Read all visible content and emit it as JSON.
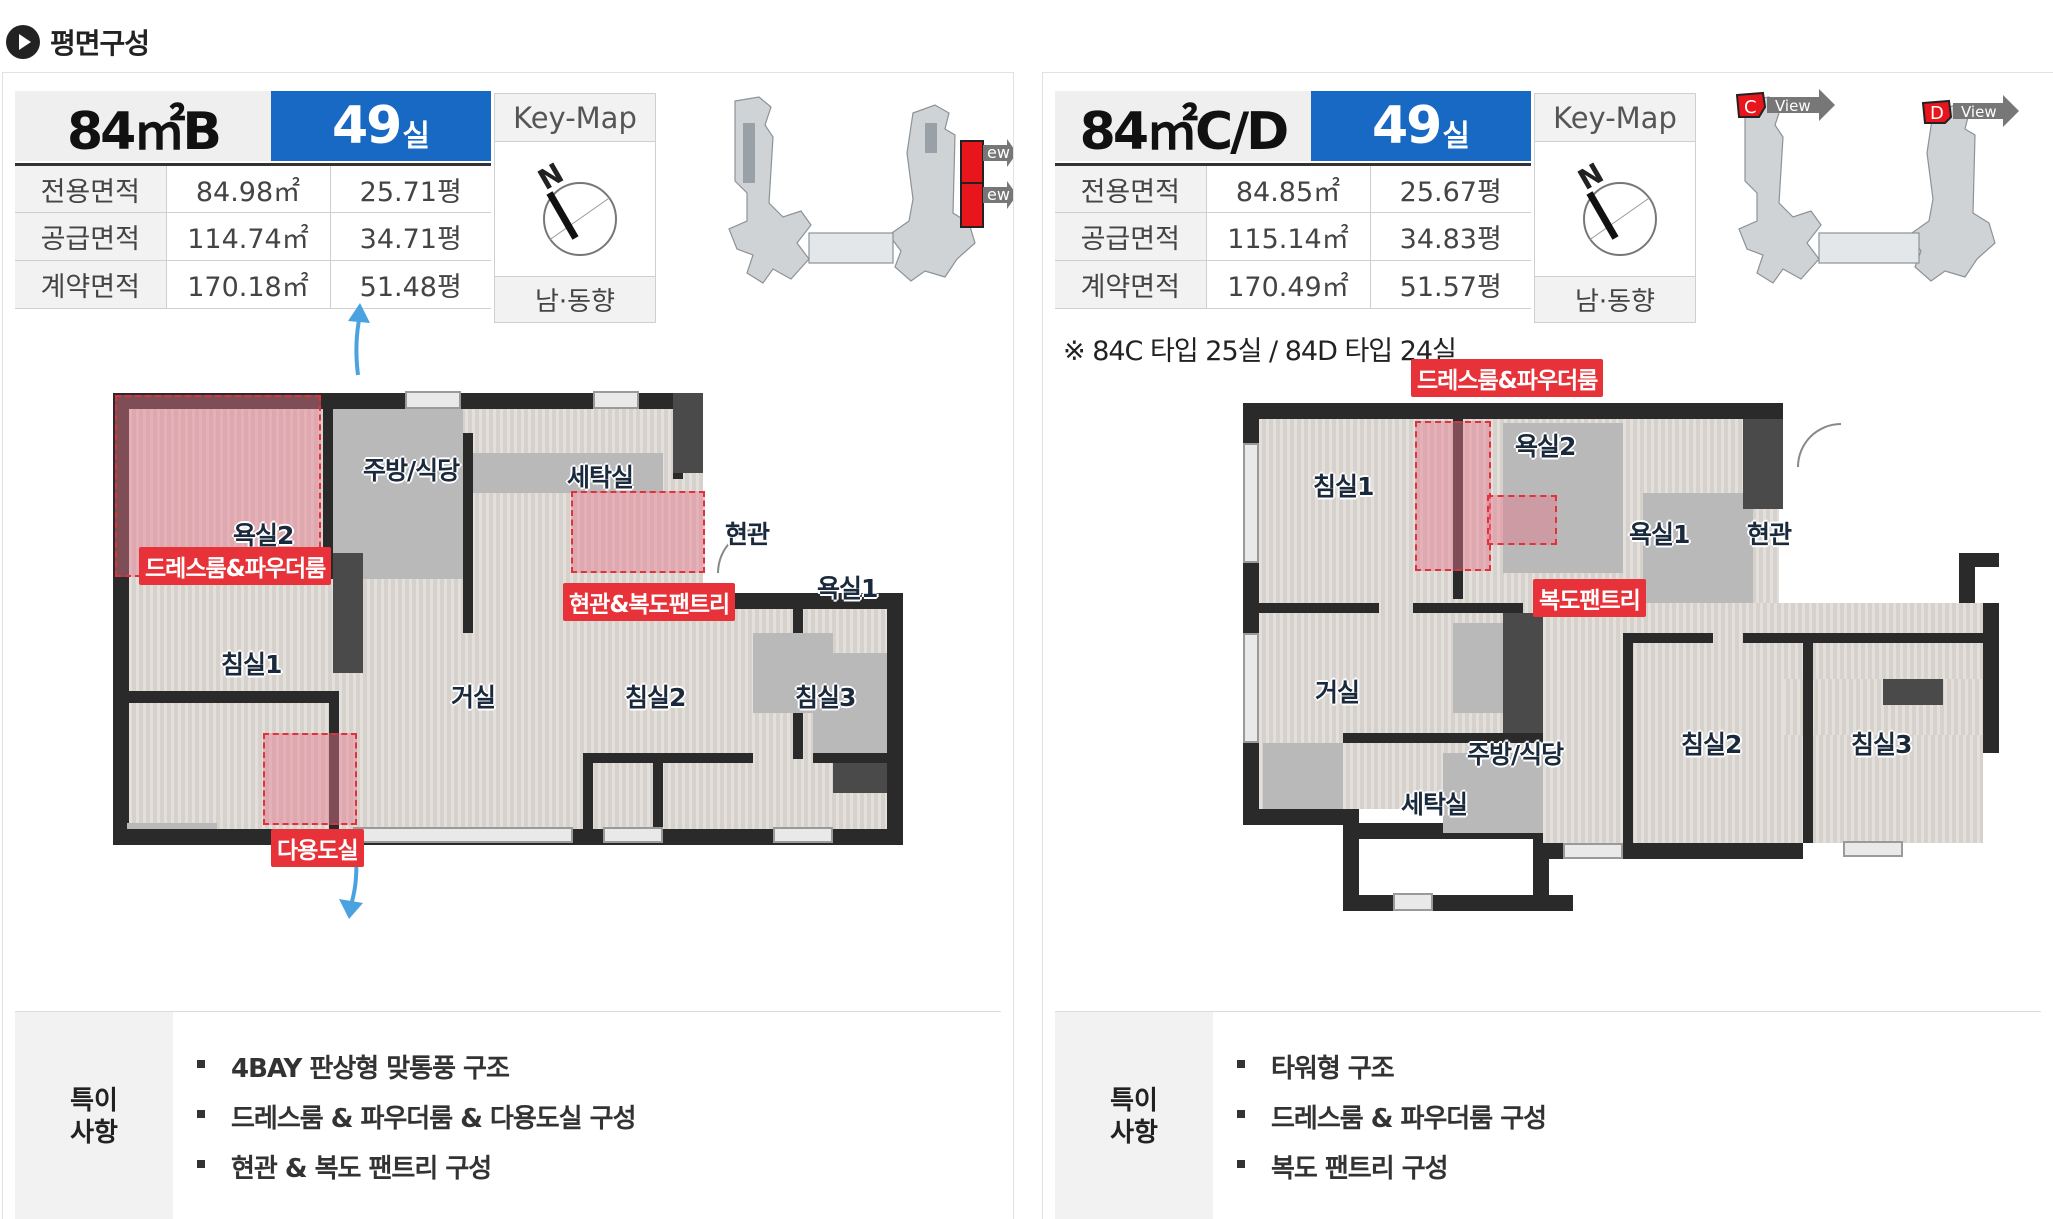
{
  "section_title": "평면구성",
  "panels": [
    {
      "type_name": "84㎡B",
      "count_num": "49",
      "count_unit": "실",
      "table": [
        {
          "label": "전용면적",
          "sqm": "84.98㎡",
          "pyeong": "25.71평"
        },
        {
          "label": "공급면적",
          "sqm": "114.74㎡",
          "pyeong": "34.71평"
        },
        {
          "label": "계약면적",
          "sqm": "170.18㎡",
          "pyeong": "51.48평"
        }
      ],
      "keymap_title": "Key-Map",
      "compass_letter": "N",
      "direction": "남·동향",
      "view_labels": [
        "ew",
        "ew"
      ],
      "rooms": {
        "kitchen": "주방/식당",
        "laundry": "세탁실",
        "bath2": "욕실2",
        "entrance": "현관",
        "bath1": "욕실1",
        "bed1": "침실1",
        "living": "거실",
        "bed2": "침실2",
        "bed3": "침실3"
      },
      "highlights": {
        "dress": "드레스룸&파우더룸",
        "pantry": "현관&복도팬트리",
        "multi": "다용도실"
      },
      "feature_label_1": "특이",
      "feature_label_2": "사항",
      "features": [
        "4BAY 판상형 맞통풍 구조",
        "드레스룸 & 파우더룸 & 다용도실 구성",
        "현관 & 복도 팬트리 구성"
      ]
    },
    {
      "type_name": "84㎡C/D",
      "count_num": "49",
      "count_unit": "실",
      "table": [
        {
          "label": "전용면적",
          "sqm": "84.85㎡",
          "pyeong": "25.67평"
        },
        {
          "label": "공급면적",
          "sqm": "115.14㎡",
          "pyeong": "34.83평"
        },
        {
          "label": "계약면적",
          "sqm": "170.49㎡",
          "pyeong": "51.57평"
        }
      ],
      "keymap_title": "Key-Map",
      "compass_letter": "N",
      "direction": "남·동향",
      "marker_c": "C",
      "marker_d": "D",
      "view_label": "View",
      "note": "※ 84C 타입 25실 / 84D 타입 24실",
      "rooms": {
        "bed1": "침실1",
        "bath2": "욕실2",
        "bath1": "욕실1",
        "entrance": "현관",
        "living": "거실",
        "kitchen": "주방/식당",
        "laundry": "세탁실",
        "bed2": "침실2",
        "bed3": "침실3"
      },
      "highlights": {
        "dress": "드레스룸&파우더룸",
        "pantry": "복도팬트리"
      },
      "feature_label_1": "특이",
      "feature_label_2": "사항",
      "features": [
        "타워형 구조",
        "드레스룸 & 파우더룸 구성",
        "복도 팬트리 구성"
      ]
    }
  ],
  "colors": {
    "accent_blue": "#1769c4",
    "highlight_red": "#e8323a",
    "wall": "#2a2a2a"
  }
}
